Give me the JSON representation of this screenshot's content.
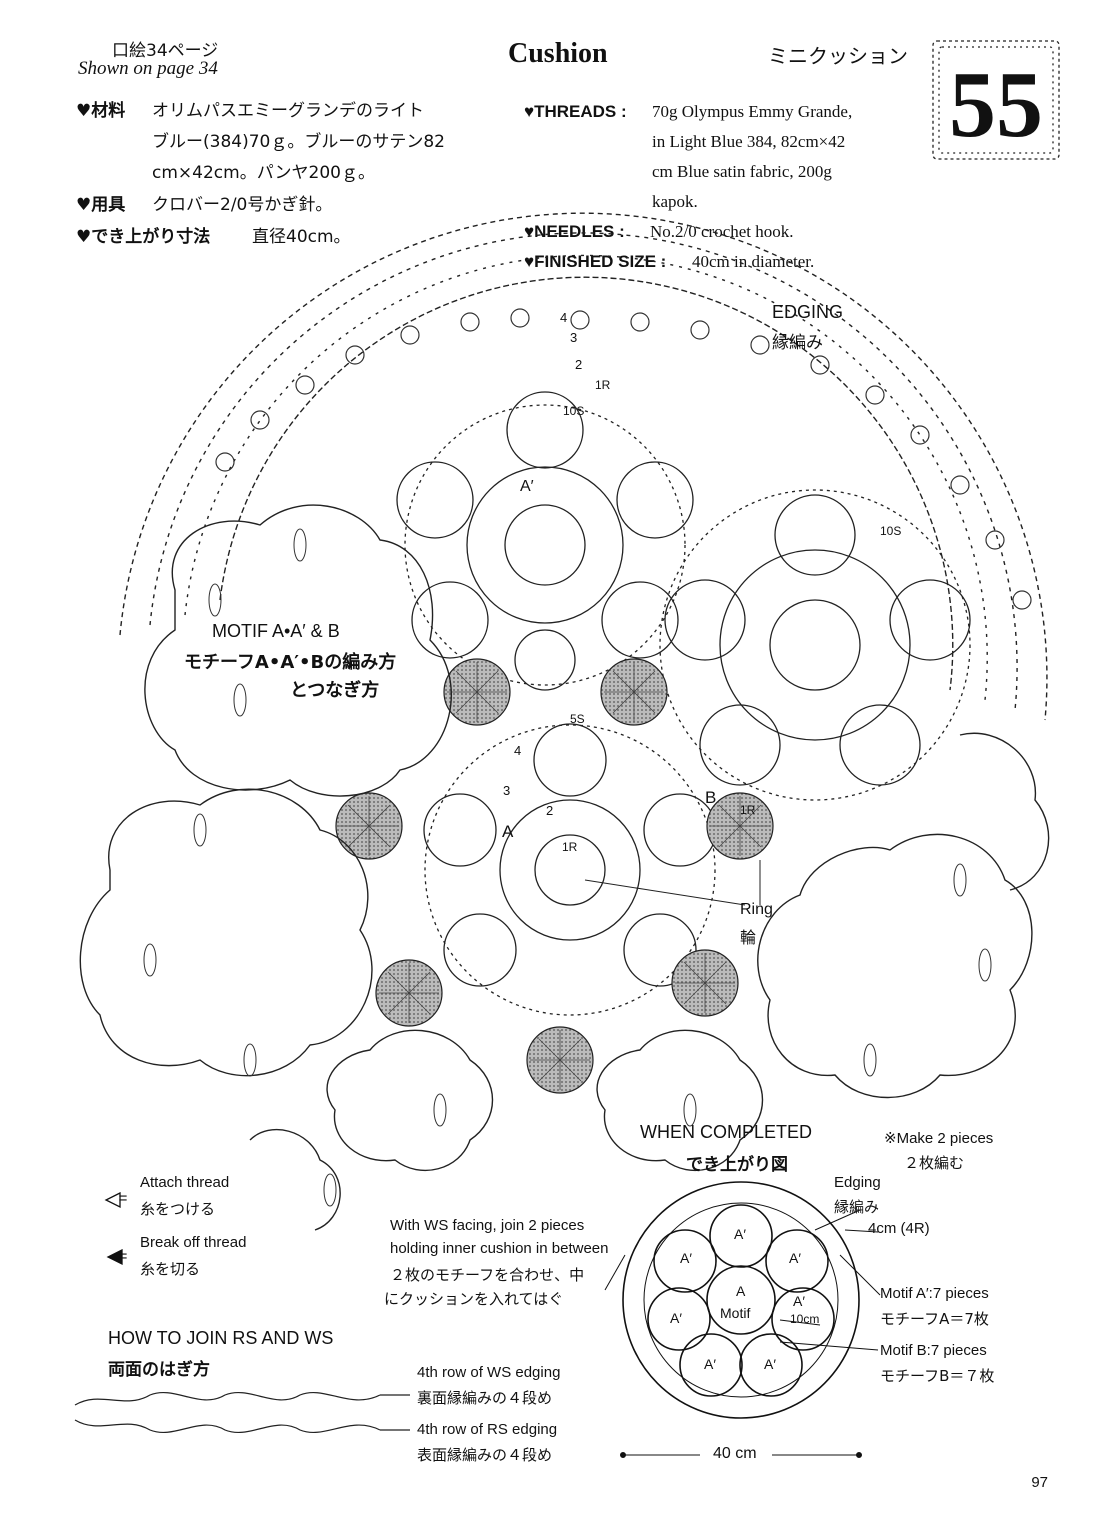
{
  "header": {
    "jp_ref": "口絵34ページ",
    "en_ref": "Shown on page 34",
    "title": "Cushion",
    "title_jp": "ミニクッション",
    "number": "55"
  },
  "materials_jp": {
    "line1_label": "♥材料",
    "line1_text": "オリムパスエミーグランデのライト",
    "line2_text": "ブルー(384)70ｇ。ブルーのサテン82",
    "line3_text": "cm×42cm。パンヤ200ｇ。",
    "tools_label": "♥用具",
    "tools_text": "クロバー2/0号かぎ針。",
    "size_label": "♥でき上がり寸法",
    "size_text": "直径40cm。"
  },
  "materials_en": {
    "threads_label": "♥THREADS :",
    "threads_l1": "70g Olympus Emmy Grande,",
    "threads_l2": "in Light Blue 384, 82cm×42",
    "threads_l3": "cm Blue satin fabric, 200g",
    "threads_l4": "kapok.",
    "needles_label": "♥NEEDLES :",
    "needles_text": "No.2/0 crochet hook.",
    "finished_label": "♥FINISHED SIZE :",
    "finished_text": "40cm in diameter."
  },
  "labels": {
    "edging_en": "EDGING",
    "edging_jp": "縁編み",
    "motif_en": "MOTIF A•A′ & B",
    "motif_jp1": "モチーフA•A′•Bの編み方",
    "motif_jp2": "とつなぎ方",
    "ring_en": "Ring",
    "ring_jp": "輪",
    "motif_a": "A",
    "motif_a_prime": "A′",
    "motif_b": "B",
    "row_1r": "1R",
    "row_2": "2",
    "row_3": "3",
    "row_4": "4",
    "count_10s": "10S",
    "count_5s": "5S"
  },
  "legend": {
    "attach_en": "Attach thread",
    "attach_jp": "糸をつける",
    "break_en": "Break off thread",
    "break_jp": "糸を切る"
  },
  "join": {
    "title_en": "HOW TO JOIN RS AND WS",
    "title_jp": "両面のはぎ方",
    "ws_en": "4th row of WS edging",
    "ws_jp": "裏面縁編みの４段め",
    "rs_en": "4th row of RS edging",
    "rs_jp": "表面縁編みの４段め"
  },
  "completed": {
    "title_en": "WHEN COMPLETED",
    "title_jp": "でき上がり図",
    "make_en": "※Make 2 pieces",
    "make_jp": "２枚編む",
    "edging_en": "Edging",
    "edging_jp": "縁編み",
    "edging_size": "4cm (4R)",
    "ws_note_l1": "With WS facing, join 2 pieces",
    "ws_note_l2": "holding inner cushion in between",
    "ws_note_l3": "２枚のモチーフを合わせ、中",
    "ws_note_l4": "にクッションを入れてはぐ",
    "motif_a_en": "Motif A′:7 pieces",
    "motif_a_jp": "モチーフA＝7枚",
    "motif_b_en": "Motif B:7 pieces",
    "motif_b_jp": "モチーフB＝７枚",
    "center_a": "A",
    "center_motif": "Motif",
    "center_size": "10cm",
    "outer_labels": [
      "A′",
      "A′",
      "A′",
      "A′",
      "A′",
      "A′",
      "A′"
    ],
    "diameter": "40 cm"
  },
  "page_number": "97"
}
